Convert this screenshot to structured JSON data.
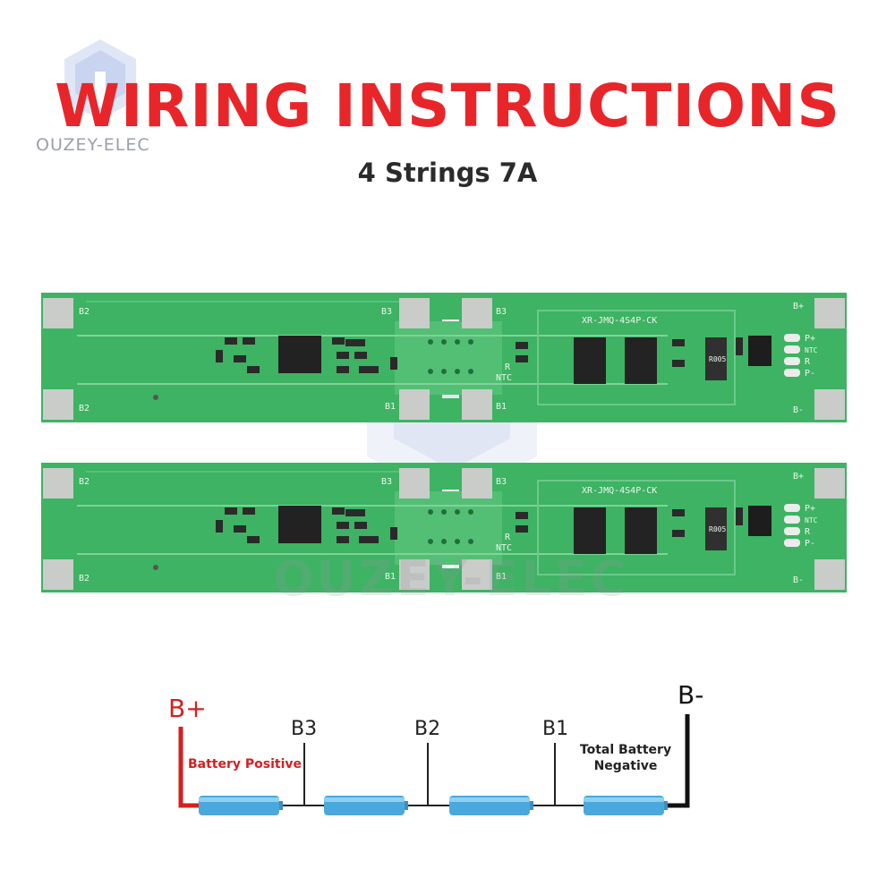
{
  "brand": {
    "logo_text": "OUZEY-ELEC",
    "watermark_text": "OUZEY-ELEC"
  },
  "header": {
    "title": "WIRING INSTRUCTIONS",
    "subtitle": "4 Strings 7A"
  },
  "boards": [
    {
      "pads": {
        "b2": "B2",
        "b3": "B3",
        "b1": "B1",
        "bplus": "B+",
        "bminus": "B-"
      },
      "silkscreen": {
        "model": "XR-JMQ-4S4P-CK",
        "pins": [
          "P+",
          "NTC",
          "R",
          "P-"
        ],
        "r_label": "R",
        "ntc_label": "NTC",
        "fuse": "R005"
      }
    },
    {
      "pads": {
        "b2": "B2",
        "b3": "B3",
        "b1": "B1",
        "bplus": "B+",
        "bminus": "B-"
      },
      "silkscreen": {
        "model": "XR-JMQ-4S4P-CK",
        "pins": [
          "P+",
          "NTC",
          "R",
          "P-"
        ],
        "r_label": "R",
        "ntc_label": "NTC",
        "fuse": "R005"
      }
    }
  ],
  "wiring": {
    "bplus": "B+",
    "bminus": "B-",
    "taps": [
      "B3",
      "B2",
      "B1"
    ],
    "battery_positive": "Battery Positive",
    "total_negative_line1": "Total Battery",
    "total_negative_line2": "Negative",
    "cell_count": 4
  },
  "colors": {
    "title": "#e8262a",
    "pcb": "#3db363",
    "positive_wire": "#d42020",
    "negative_wire": "#111111",
    "cell": "#4aa9dc"
  }
}
